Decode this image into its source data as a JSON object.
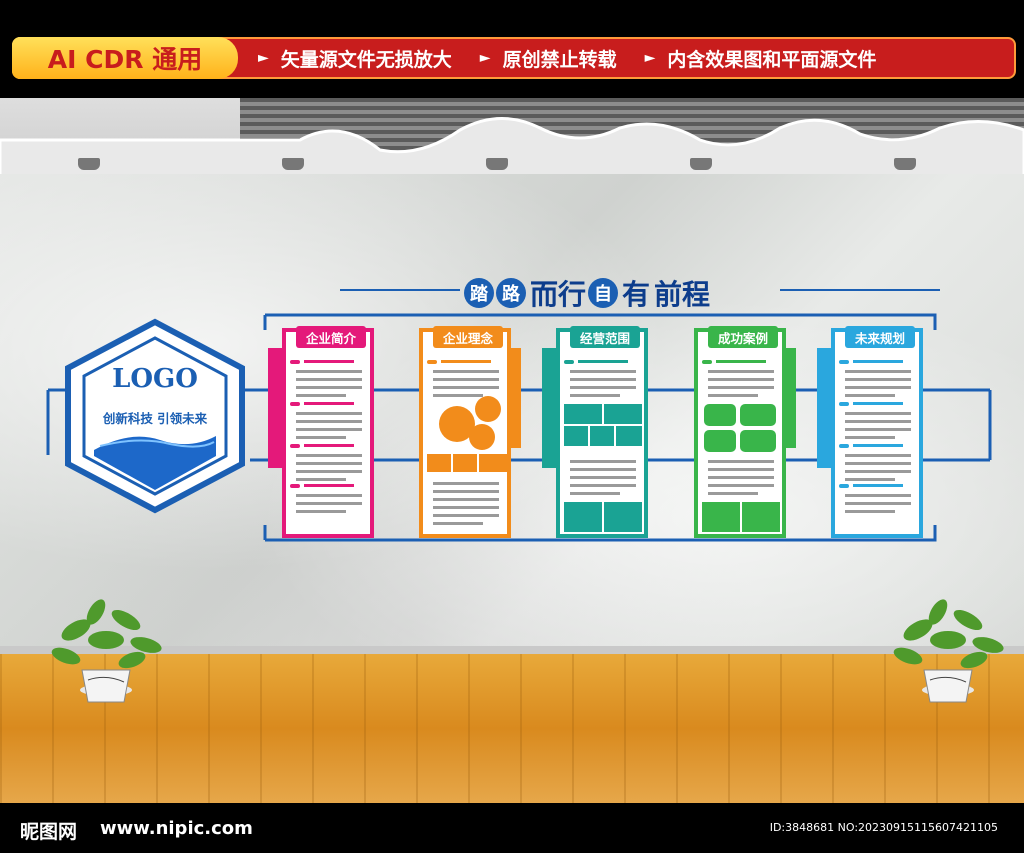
{
  "banner": {
    "badge": "AI CDR 通用",
    "items": [
      "矢量源文件无损放大",
      "原创禁止转载",
      "内含效果图和平面源文件"
    ],
    "arrow": "►",
    "colors": {
      "bar": "#c81d1d",
      "badge": "#ffc02a"
    }
  },
  "title": {
    "chips": [
      "踏",
      "路"
    ],
    "chips2": [
      "自"
    ],
    "words": [
      "而行",
      "有",
      "前程"
    ]
  },
  "logo": {
    "text": "LOGO",
    "slogan": "创新科技 引领未来"
  },
  "panels": [
    {
      "label": "企业简介",
      "color": "#e4197a"
    },
    {
      "label": "企业理念",
      "color": "#f28c1b"
    },
    {
      "label": "经营范围",
      "color": "#1aa394"
    },
    {
      "label": "成功案例",
      "color": "#39b54a"
    },
    {
      "label": "未来规划",
      "color": "#2aa7de"
    }
  ],
  "footer": {
    "logo": "昵图网",
    "url": "www.nipic.com",
    "id": "ID:3848681 NO:20230915115607421105"
  }
}
